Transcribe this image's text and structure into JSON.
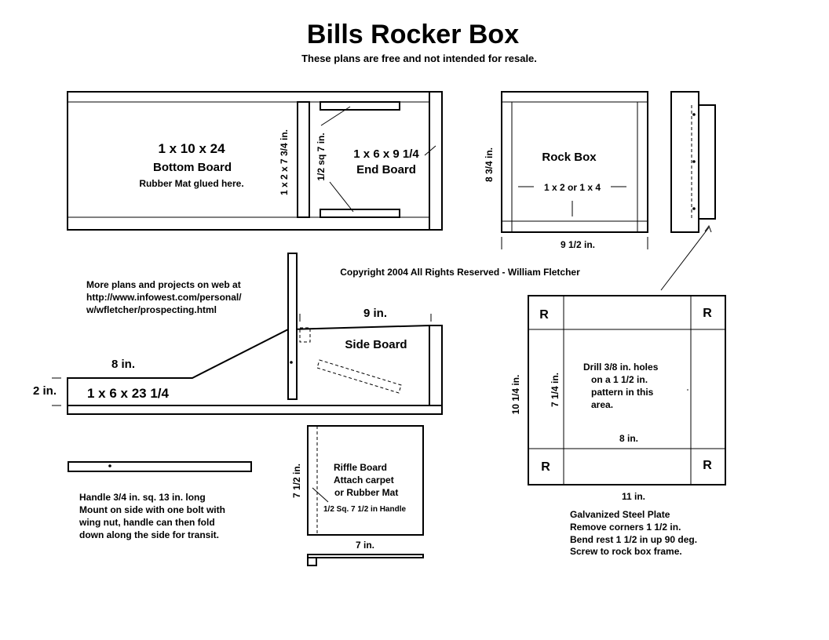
{
  "title": "Bills Rocker Box",
  "subtitle": "These plans are free and not intended for resale.",
  "bottom_view": {
    "bottom_board_dims": "1 x 10 x 24",
    "bottom_board_label": "Bottom Board",
    "rubber_mat_note": "Rubber Mat glued here.",
    "cleat_dims": "1 x 2 x 7 3/4 in.",
    "sq_dims": "1/2 sq 7 in.",
    "end_board_dims": "1 x 6 x 9 1/4",
    "end_board_label": "End Board"
  },
  "rock_box": {
    "label": "Rock Box",
    "frame_dims": "1 x 2 or 1 x 4",
    "height": "8 3/4 in.",
    "width": "9 1/2 in."
  },
  "copyright": "Copyright 2004 All Rights Reserved - William Fletcher",
  "web_note": [
    "More plans and projects on web at",
    "http://www.infowest.com/personal/",
    "w/wfletcher/prospecting.html"
  ],
  "side_board": {
    "top_width": "9 in.",
    "label": "Side Board",
    "slope_length": "8 in.",
    "height": "2 in.",
    "dims": "1 x 6 x 23 1/4"
  },
  "handle": {
    "note": [
      "Handle 3/4 in. sq. 13 in. long",
      "Mount on side with one bolt with",
      "wing nut, handle can then fold",
      "down along the side for transit."
    ]
  },
  "riffle_board": {
    "lines": [
      "Riffle Board",
      "Attach carpet",
      "or Rubber Mat"
    ],
    "handle_note": "1/2 Sq. 7 1/2 in Handle",
    "height": "7 1/2 in.",
    "width": "7 in."
  },
  "steel_plate": {
    "corner_mark": "R",
    "drill_note": [
      "Drill 3/8 in. holes",
      "on a 1 1/2 in.",
      "pattern in this",
      "area."
    ],
    "inner_width": "8 in.",
    "inner_height": "7 1/4 in.",
    "outer_height": "10 1/4 in.",
    "outer_width": "11 in.",
    "notes": [
      "Galvanized Steel Plate",
      "Remove corners 1 1/2 in.",
      "Bend rest 1 1/2 in up 90 deg.",
      "Screw to rock box frame."
    ]
  }
}
